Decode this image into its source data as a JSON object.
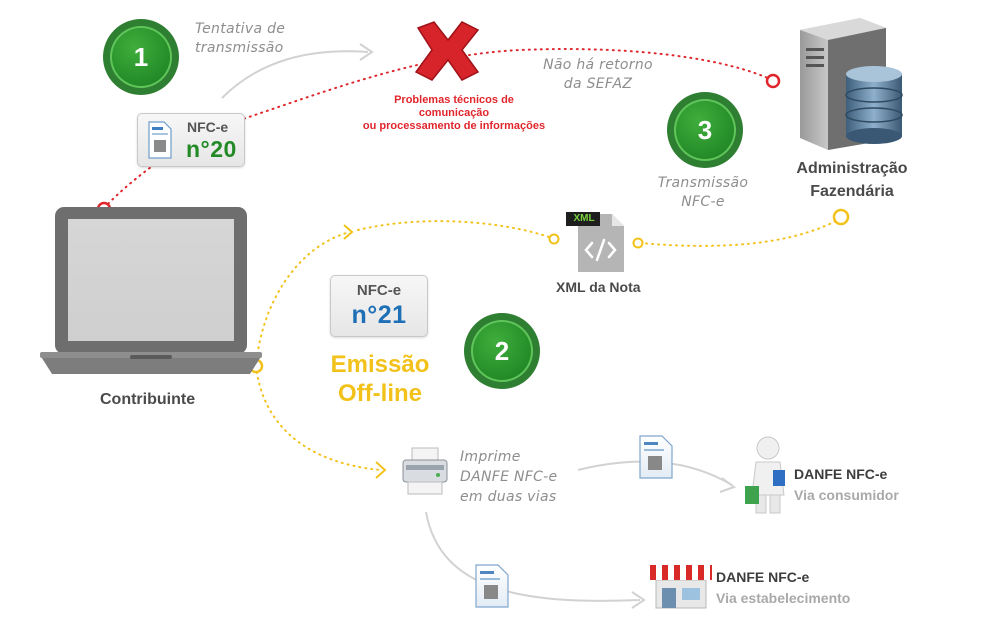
{
  "step1": {
    "number": "1",
    "caption": [
      "Tentativa de",
      "transmissão"
    ],
    "nfe_label": "NFC-e",
    "nfe_number": "n°20",
    "error_note": [
      "Problemas técnicos de comunicação",
      "ou processamento de informações"
    ],
    "no_return": [
      "Não há retorno",
      "da SEFAZ"
    ]
  },
  "step2": {
    "number": "2",
    "nfe_label": "NFC-e",
    "nfe_number": "n°21",
    "mode": [
      "Emissão",
      "Off-line"
    ],
    "xml_badge": "XML",
    "xml_label": "XML da Nota",
    "print_caption": [
      "Imprime",
      "DANFE NFC-e",
      "em duas vias"
    ],
    "consumer_title": "DANFE NFC-e",
    "consumer_sub": "Via consumidor",
    "store_title": "DANFE NFC-e",
    "store_sub": "Via estabelecimento"
  },
  "step3": {
    "number": "3",
    "caption": [
      "Transmissão",
      "NFC-e"
    ]
  },
  "actors": {
    "contribuinte": "Contribuinte",
    "admin": [
      "Administração",
      "Fazendária"
    ]
  },
  "colors": {
    "green": "#238a27",
    "red": "#e0262c",
    "yellow": "#f2c21b",
    "blue_text": "#1f6fb6",
    "gray_arrow": "#cfcfcf"
  }
}
